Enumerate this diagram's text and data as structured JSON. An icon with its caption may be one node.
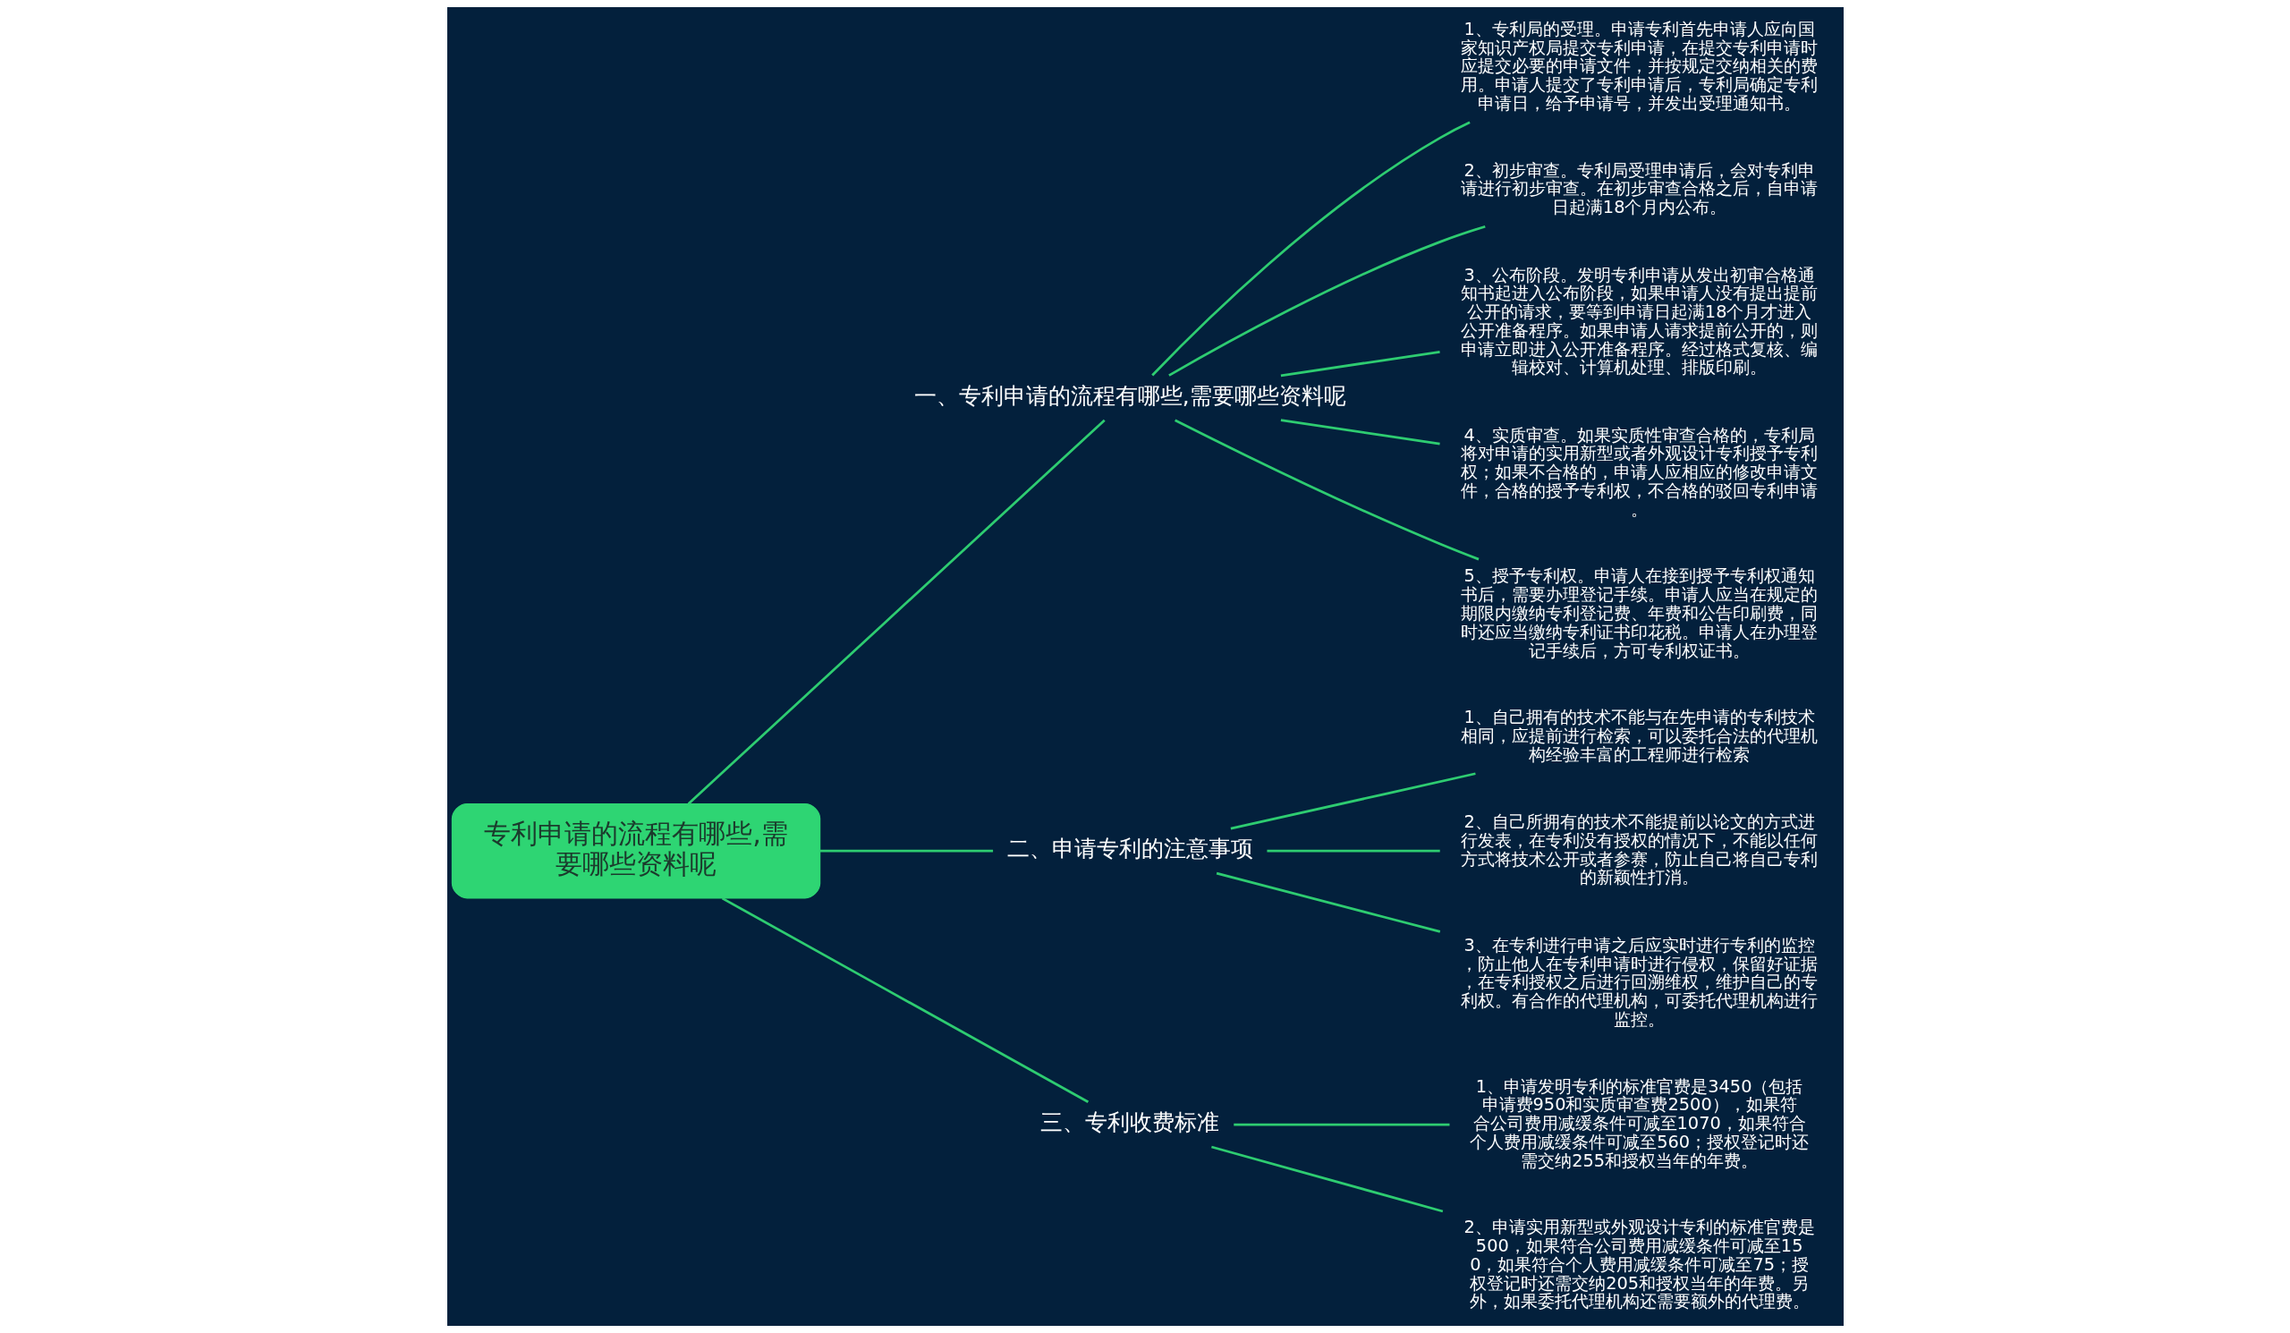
{
  "diagram": {
    "nodes": [
      {
        "text": [
          "专利申请的流程有哪些,需要哪些资料呢"
        ]
      },
      {
        "text": [
          "一、专利申请的流程有哪些,需要哪些资料呢"
        ]
      },
      {
        "text": [
          "1、专利局的受理。申请专利首先申请人应向国家知识产权局提交专利申请，在提交专利申请时应提交必要的申请文件，并按规定交纳相关的费用。申请人提交了专利申请后，专利局确定专利申请日，给予申请号，并发出受理通知书。"
        ]
      },
      {
        "text": [
          "2、初步审查。专利局受理申请后，会对专利申请进行初步审查。在初步审查合格之后，自申请日起满18个月内公布。"
        ]
      },
      {
        "text": [
          "3、公布阶段。发明专利申请从发出初审合格通知书起进入公布阶段，如果申请人没有提出提前公开的请求，要等到申请日起满18个月才进入公开准备程序。如果申请人请求提前公开的，则申请立即进入公开准备程序。经过格式复核、编辑校对、计算机处理、排版印刷。"
        ]
      },
      {
        "text": [
          "4、实质审查。如果实质性审查合格的，专利局将对申请的实用新型或者外观设计专利授予专利权；如果不合格的，申请人应相应的修改申请文件，合格的授予专利权，不合格的驳回专利申请。"
        ]
      },
      {
        "text": [
          "5、授予专利权。申请人在接到授予专利权通知书后，需要办理登记手续。申请人应当在规定的期限内缴纳专利登记费、年费和公告印刷费，同时还应当缴纳专利证书印花税。申请人在办理登记手续后，方可专利权证书。"
        ]
      },
      {
        "text": [
          "二、申请专利的注意事项"
        ]
      },
      {
        "text": [
          "1、自己拥有的技术不能与在先申请的专利技术相同，应提前进行检索，可以委托合法的代理机构经验丰富的工程师进行检索"
        ]
      },
      {
        "text": [
          "2、自己所拥有的技术不能提前以论文的方式进行发表，在专利没有授权的情况下，不能以任何方式将技术公开或者参赛，防止自己将自己专利的新颖性打消。"
        ]
      },
      {
        "text": [
          "3、在专利进行申请之后应实时进行专利的监控，防止他人在专利申请时进行侵权，保留好证据，在专利授权之后进行回溯维权，维护自己的专利权。有合作的代理机构，可委托代理机构进行监控。"
        ]
      },
      {
        "text": [
          "三、专利收费标准"
        ]
      },
      {
        "text": [
          "1、申请发明专利的标准官费是3450（包括申请费950和实质审查费2500），如果符合公司费用减缓条件可减至1070，如果符合个人费用减缓条件可减至560；授权登记时还需交纳255和授权当年的年费。"
        ]
      },
      {
        "text": [
          "2、申请实用新型或外观设计专利的标准官费是500，如果符合公司费用减缓条件可减至150，如果符合个人费用减缓条件可减至75；授权登记时还需交纳205和授权当年的年费。另外，如果委托代理机构还需要额外的代理费。"
        ]
      }
    ],
    "edges": [
      {
        "from": 0,
        "to": 1,
        "arrow": "none"
      },
      {
        "from": 1,
        "to": 2,
        "arrow": "none"
      },
      {
        "from": 1,
        "to": 3,
        "arrow": "none"
      },
      {
        "from": 1,
        "to": 4,
        "arrow": "none"
      },
      {
        "from": 1,
        "to": 5,
        "arrow": "none"
      },
      {
        "from": 1,
        "to": 6,
        "arrow": "none"
      },
      {
        "from": 0,
        "to": 7,
        "arrow": "none"
      },
      {
        "from": 7,
        "to": 8,
        "arrow": "none"
      },
      {
        "from": 7,
        "to": 9,
        "arrow": "none"
      },
      {
        "from": 7,
        "to": 10,
        "arrow": "none"
      },
      {
        "from": 0,
        "to": 11,
        "arrow": "none"
      },
      {
        "from": 11,
        "to": 12,
        "arrow": "none"
      },
      {
        "from": 11,
        "to": 13,
        "arrow": "none"
      }
    ]
  }
}
